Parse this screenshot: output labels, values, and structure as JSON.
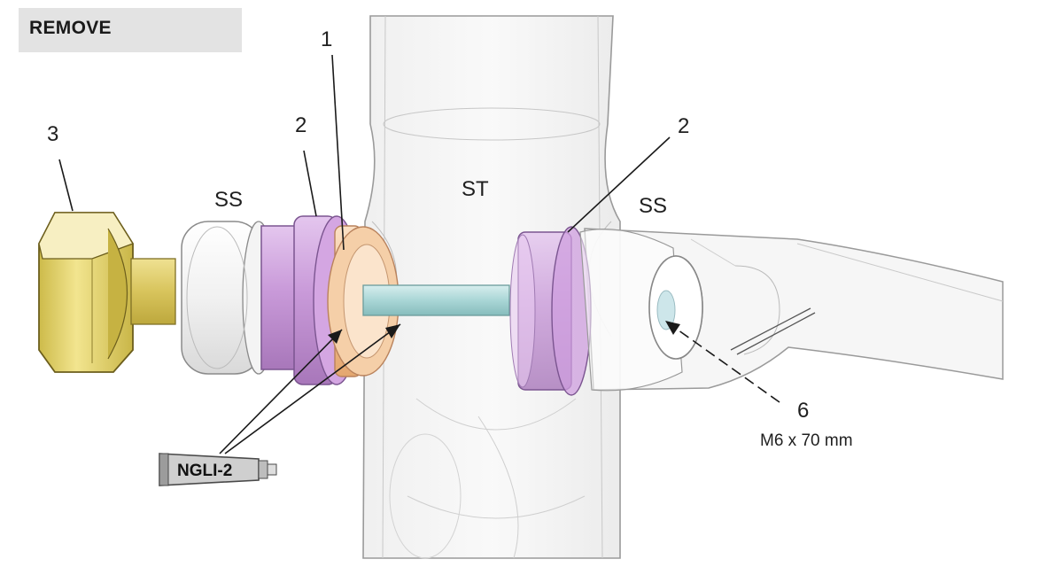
{
  "header": {
    "title": "REMOVE"
  },
  "callouts": {
    "c1": "1",
    "c2_left": "2",
    "c2_right": "2",
    "c3": "3",
    "c6": "6",
    "c6_spec": "M6 x 70 mm",
    "ss_left": "SS",
    "ss_right": "SS",
    "st": "ST"
  },
  "grease": {
    "label": "NGLI-2"
  },
  "colors": {
    "nut": "#e9d772",
    "bearing_ring": "#c79ad6",
    "spacer_ring": "#f3c79e",
    "axle": "#a9d6d6",
    "frame_outline": "#9a9a9a",
    "header_bg": "#e3e3e3"
  },
  "icons": [
    "grease-tube-icon",
    "hex-nut-icon",
    "bolt-icon"
  ]
}
